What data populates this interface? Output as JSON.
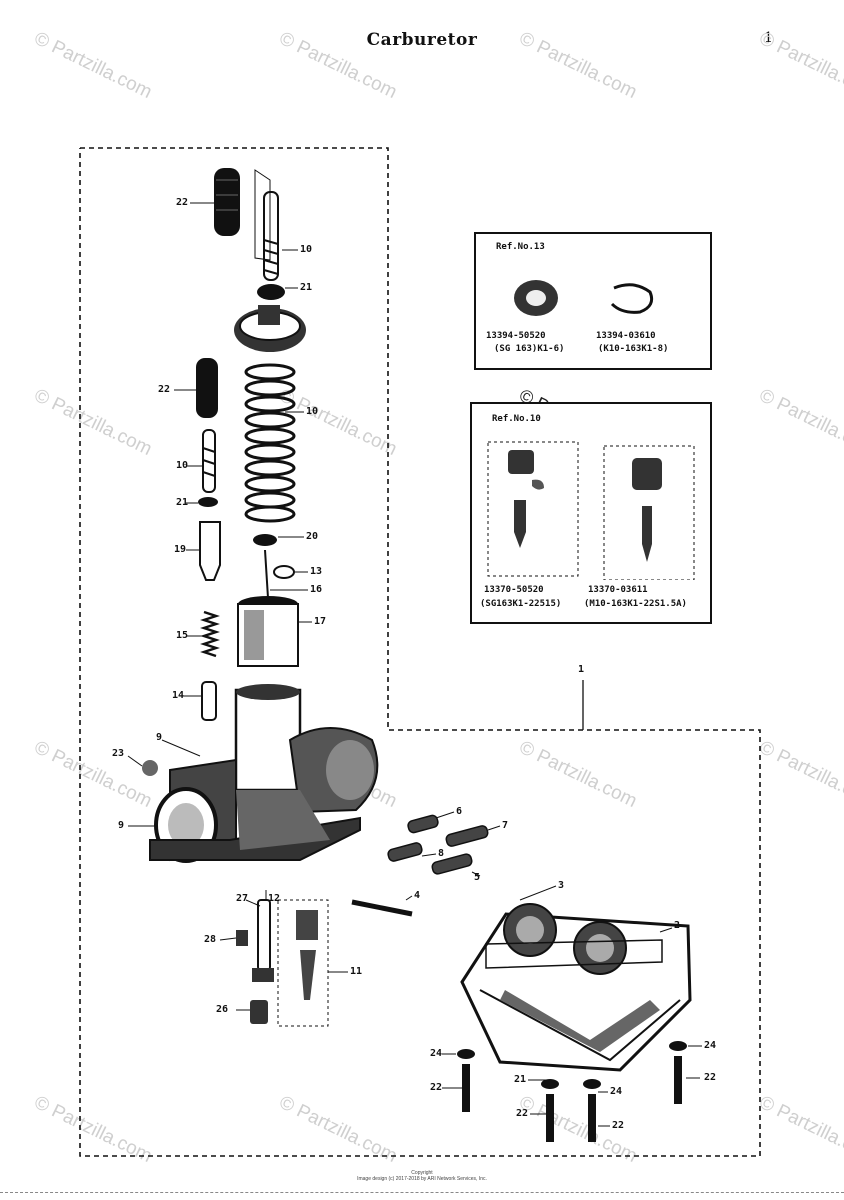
{
  "title": "Carburetor",
  "page_mark": "1",
  "watermark": "© Partzilla.com",
  "inset_13": {
    "ref": "Ref.No.13",
    "left_pn": "13394-50520",
    "left_model": "(SG 163)K1-6)",
    "right_pn": "13394-03610",
    "right_model": "(K10-163K1-8)"
  },
  "inset_10": {
    "ref": "Ref.No.10",
    "left_pn": "13370-50520",
    "left_model": "(SG163K1-22515)",
    "right_pn": "13370-03611",
    "right_model": "(M10-163K1-22S1.5A)"
  },
  "callouts": {
    "c22a": "22",
    "c10a": "10",
    "c21a": "21",
    "c22b": "22",
    "c10b": "10",
    "c10c": "10",
    "c21b": "21",
    "c19": "19",
    "c20": "20",
    "c13": "13",
    "c16": "16",
    "c15": "15",
    "c17": "17",
    "c14": "14",
    "c9a": "9",
    "c23": "23",
    "c9b": "9",
    "c6": "6",
    "c7": "7",
    "c8": "8",
    "c5": "5",
    "c4": "4",
    "c1": "1",
    "c3": "3",
    "c2": "2",
    "c27": "27",
    "c12": "12",
    "c28": "28",
    "c11": "11",
    "c26": "26",
    "c24a": "24",
    "c24b": "24",
    "c24c": "24",
    "c22c": "22",
    "c21c": "21",
    "c22d": "22",
    "c22e": "22",
    "c22f": "22"
  },
  "copyright": "Copyright",
  "copyright_detail": "Image design (c) 2017-2018 by ARI Network Services, Inc."
}
